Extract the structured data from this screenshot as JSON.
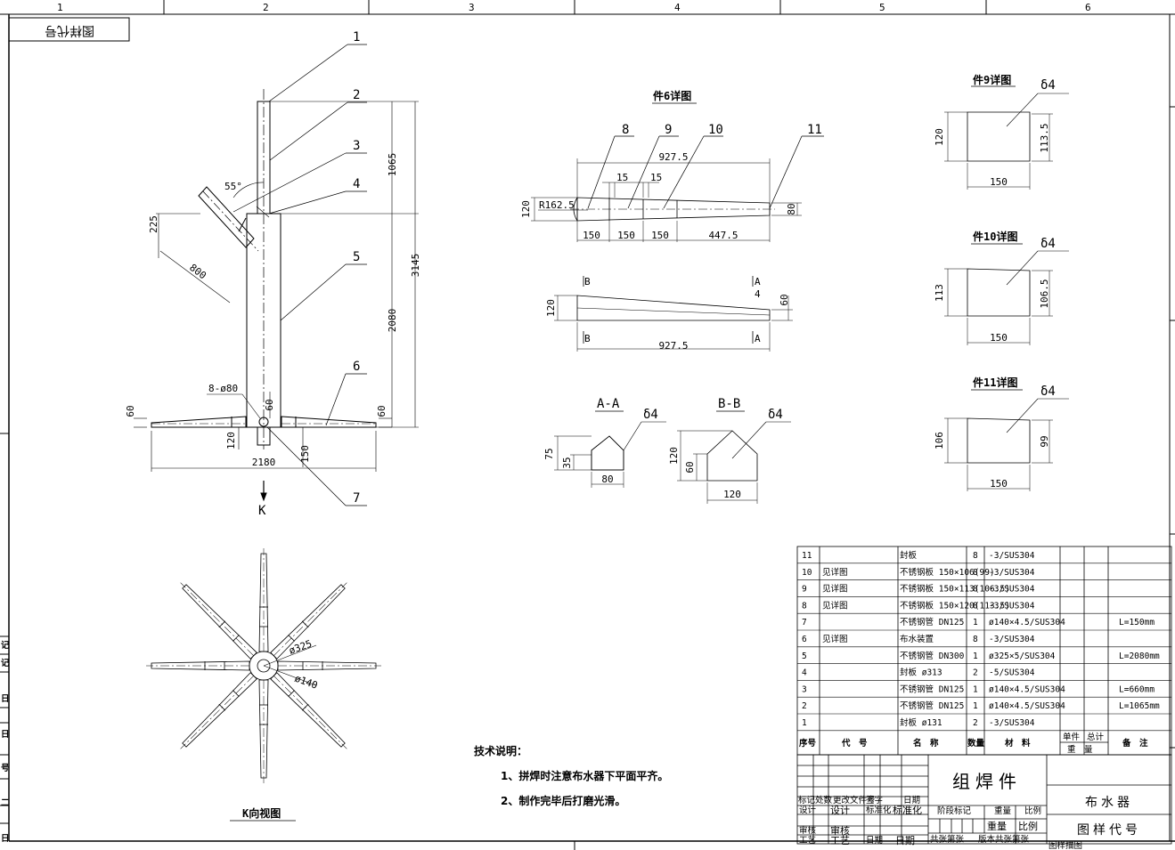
{
  "frame": {
    "zones": [
      "1",
      "2",
      "3",
      "4",
      "5",
      "6"
    ],
    "stamp": "图样代号"
  },
  "leaders": [
    "1",
    "2",
    "3",
    "4",
    "5",
    "6",
    "7",
    "8",
    "9",
    "10",
    "11"
  ],
  "main_view": {
    "dims": {
      "h1065": "1065",
      "h3145": "3145",
      "h2080": "2080",
      "angle55": "55°",
      "d225": "225",
      "d800": "800",
      "holes": "8-ø80",
      "d60a": "60",
      "d60b": "60",
      "d60c": "60",
      "d120": "120",
      "d150": "150",
      "d2180": "2180"
    },
    "k_label": "K"
  },
  "k_view": {
    "title": "K向视图",
    "d325": "ø325",
    "d140": "ø140"
  },
  "part6": {
    "title": "件6详图",
    "d927": "927.5",
    "d15a": "15",
    "d15b": "15",
    "r162": "R162.5",
    "d120": "120",
    "d80": "80",
    "d150a": "150",
    "d150b": "150",
    "d150c": "150",
    "d447": "447.5",
    "mB": "B",
    "mA": "A",
    "d4": "4",
    "d60": "60",
    "d120b": "120",
    "d927b": "927.5"
  },
  "sections": {
    "aa": {
      "title": "A-A",
      "thk": "δ4",
      "d75": "75",
      "d35": "35",
      "d80": "80"
    },
    "bb": {
      "title": "B-B",
      "thk": "δ4",
      "d120": "120",
      "d60": "60",
      "d120w": "120"
    }
  },
  "details": [
    {
      "title": "件9详图",
      "thk": "δ4",
      "left": "120",
      "right": "113.5",
      "bottom": "150"
    },
    {
      "title": "件10详图",
      "thk": "δ4",
      "left": "113",
      "right": "106.5",
      "bottom": "150"
    },
    {
      "title": "件11详图",
      "thk": "δ4",
      "left": "106",
      "right": "99",
      "bottom": "150"
    }
  ],
  "notes": {
    "title": "技术说明：",
    "items": [
      "1、拼焊时注意布水器下平面平齐。",
      "2、制作完毕后打磨光滑。"
    ]
  },
  "bom": {
    "header": [
      "序号",
      "代　号",
      "名　称",
      "数量",
      "材　料",
      "单件",
      "总计",
      "备　注"
    ],
    "header_sub": "重　量",
    "rows": [
      {
        "no": "11",
        "code": "",
        "name": "封板",
        "qty": "8",
        "mat": "-3/SUS304",
        "note": ""
      },
      {
        "no": "10",
        "code": "见详图",
        "name": "不锈钢板 150×106(99)",
        "qty": "8",
        "mat": "-3/SUS304",
        "note": ""
      },
      {
        "no": "9",
        "code": "见详图",
        "name": "不锈钢板 150×113(106.5)",
        "qty": "8",
        "mat": "-3/SUS304",
        "note": ""
      },
      {
        "no": "8",
        "code": "见详图",
        "name": "不锈钢板 150×120(113.5)",
        "qty": "8",
        "mat": "-3/SUS304",
        "note": ""
      },
      {
        "no": "7",
        "code": "",
        "name": "不锈钢管 DN125",
        "qty": "1",
        "mat": "ø140×4.5/SUS304",
        "note": "L=150mm"
      },
      {
        "no": "6",
        "code": "见详图",
        "name": "布水装置",
        "qty": "8",
        "mat": "-3/SUS304",
        "note": ""
      },
      {
        "no": "5",
        "code": "",
        "name": "不锈钢管 DN300",
        "qty": "1",
        "mat": "ø325×5/SUS304",
        "note": "L=2080mm"
      },
      {
        "no": "4",
        "code": "",
        "name": "封板 ø313",
        "qty": "2",
        "mat": "-5/SUS304",
        "note": ""
      },
      {
        "no": "3",
        "code": "",
        "name": "不锈钢管 DN125",
        "qty": "1",
        "mat": "ø140×4.5/SUS304",
        "note": "L=660mm"
      },
      {
        "no": "2",
        "code": "",
        "name": "不锈钢管 DN125",
        "qty": "1",
        "mat": "ø140×4.5/SUS304",
        "note": "L=1065mm"
      },
      {
        "no": "1",
        "code": "",
        "name": "封板 ø131",
        "qty": "2",
        "mat": "-3/SUS304",
        "note": ""
      }
    ]
  },
  "title_block": {
    "part_name": "组焊件",
    "product": "布水器",
    "drawing_no": "图样代号",
    "labels": {
      "mark": "标记",
      "count": "处数",
      "doc": "更改文件号",
      "sign": "签字",
      "date": "日期",
      "design": "设计",
      "design2": "设计",
      "std": "标准化",
      "std2": "标准化",
      "stage": "阶段标记",
      "weight": "重量",
      "ratio": "比例",
      "check": "审核",
      "check2": "审核",
      "process": "工艺",
      "process2": "工艺",
      "date2": "日期",
      "date3": "日期",
      "sheets": "共张第张",
      "sheets2": "版本共张第张",
      "weight2": "重量",
      "ratio2": "比例",
      "extra": "图样描图"
    }
  },
  "side_marks": [
    "记",
    "记",
    "日",
    "日",
    "号",
    "二",
    "日"
  ]
}
